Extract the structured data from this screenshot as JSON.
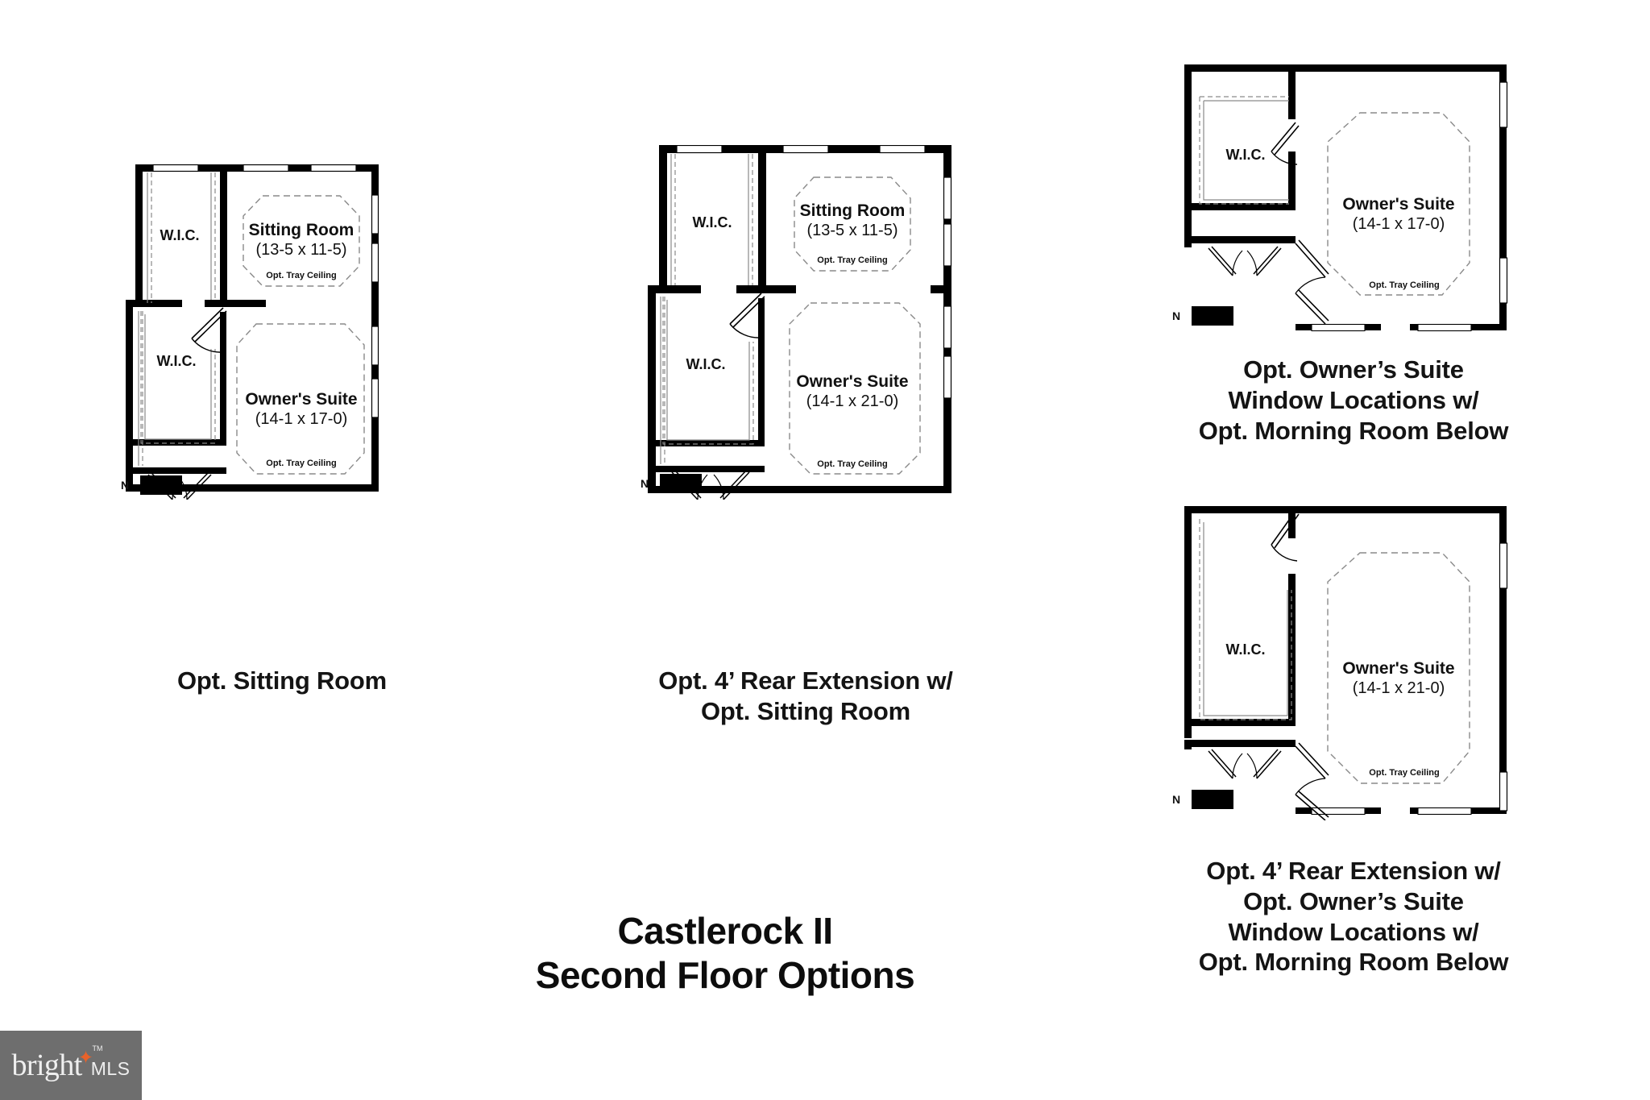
{
  "title": {
    "line1": "Castlerock II",
    "line2": "Second Floor Options"
  },
  "watermark": {
    "brand": "bright",
    "suffix": "MLS",
    "tm": "TM",
    "star": "✦",
    "bg_color": "#6e6e6e",
    "star_color": "#e8622a"
  },
  "labels": {
    "wic": "W.I.C.",
    "sitting_room": "Sitting Room",
    "sitting_room_dim": "(13-5 x 11-5)",
    "owners_suite": "Owner's Suite",
    "owners_suite_dim_17": "(14-1 x 17-0)",
    "owners_suite_dim_21": "(14-1 x 21-0)",
    "tray_ceiling": "Opt. Tray Ceiling",
    "north": "N"
  },
  "plans": [
    {
      "id": "plan-opt-sitting-room",
      "caption": "Opt. Sitting Room",
      "rooms": [
        {
          "name": "W.I.C.",
          "dim": ""
        },
        {
          "name": "W.I.C.",
          "dim": ""
        },
        {
          "name": "Sitting Room",
          "dim": "(13-5 x 11-5)",
          "note": "Opt. Tray Ceiling"
        },
        {
          "name": "Owner's Suite",
          "dim": "(14-1 x 17-0)",
          "note": "Opt. Tray Ceiling"
        }
      ]
    },
    {
      "id": "plan-rear-ext-sitting-room",
      "caption_line1": "Opt. 4’ Rear Extension w/",
      "caption_line2": "Opt. Sitting Room",
      "rooms": [
        {
          "name": "W.I.C.",
          "dim": ""
        },
        {
          "name": "W.I.C.",
          "dim": ""
        },
        {
          "name": "Sitting Room",
          "dim": "(13-5 x 11-5)",
          "note": "Opt. Tray Ceiling"
        },
        {
          "name": "Owner's Suite",
          "dim": "(14-1 x 21-0)",
          "note": "Opt. Tray Ceiling"
        }
      ]
    },
    {
      "id": "plan-owners-suite-windows",
      "caption_line1": "Opt. Owner’s Suite",
      "caption_line2": "Window Locations w/",
      "caption_line3": "Opt. Morning Room Below",
      "rooms": [
        {
          "name": "W.I.C.",
          "dim": ""
        },
        {
          "name": "Owner's Suite",
          "dim": "(14-1 x 17-0)",
          "note": "Opt. Tray Ceiling"
        }
      ]
    },
    {
      "id": "plan-rear-ext-owners-suite-windows",
      "caption_line1": "Opt. 4’ Rear Extension w/",
      "caption_line2": "Opt. Owner’s Suite",
      "caption_line3": "Window Locations w/",
      "caption_line4": "Opt. Morning Room Below",
      "rooms": [
        {
          "name": "W.I.C.",
          "dim": ""
        },
        {
          "name": "Owner's Suite",
          "dim": "(14-1 x 21-0)",
          "note": "Opt. Tray Ceiling"
        }
      ]
    }
  ],
  "colors": {
    "wall": "#000000",
    "dashed": "#8a8a8a",
    "background": "#ffffff",
    "text": "#111111"
  }
}
